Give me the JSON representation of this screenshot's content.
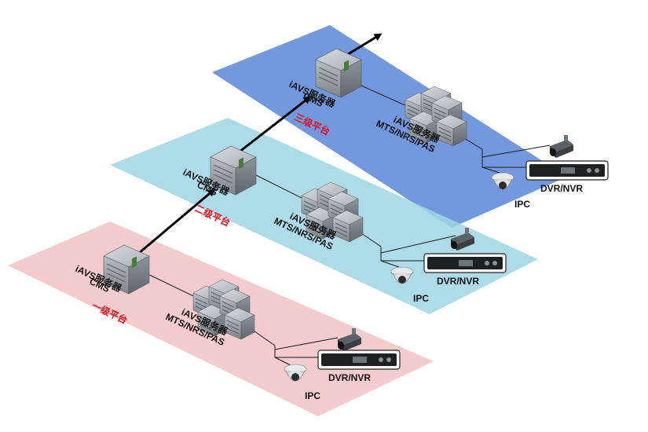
{
  "tiers": [
    {
      "name": "三级平台",
      "cms_label": [
        "iAVS服务器",
        "CMS"
      ],
      "media_label": [
        "iAVS服务器",
        "MTS/NRS/PAS"
      ],
      "dvr_label": "DVR/NVR",
      "ipc_label": "IPC",
      "color": "#5b86d8"
    },
    {
      "name": "二级平台",
      "cms_label": [
        "iAVS服务器",
        "CMS"
      ],
      "media_label": [
        "iAVS服务器",
        "MTS/NRS/PAS"
      ],
      "dvr_label": "DVR/NVR",
      "ipc_label": "IPC",
      "color": "#9fd6e4"
    },
    {
      "name": "一级平台",
      "cms_label": [
        "iAVS服务器",
        "CMS"
      ],
      "media_label": [
        "iAVS服务器",
        "MTS/NRS/PAS"
      ],
      "dvr_label": "DVR/NVR",
      "ipc_label": "IPC",
      "color": "#f4c6c8"
    }
  ],
  "label_color": "#e0101a"
}
